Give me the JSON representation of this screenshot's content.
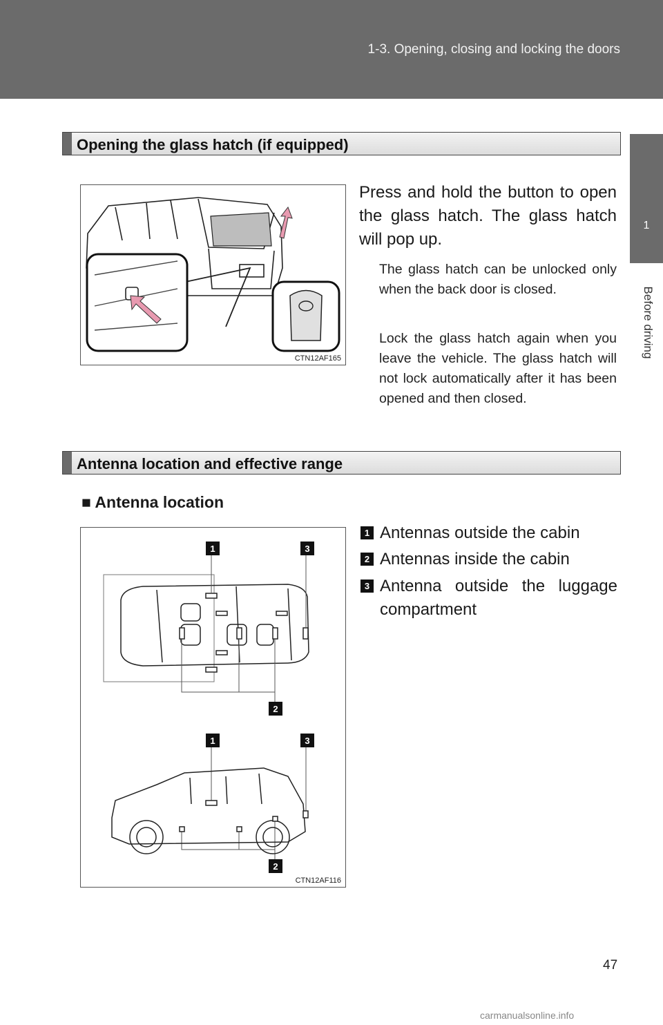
{
  "header": {
    "title": "1-3. Opening, closing and locking the doors"
  },
  "side_tab": {
    "number": "1",
    "label": "Before driving"
  },
  "section1": {
    "heading": "Opening the glass hatch (if equipped)",
    "figure_code": "CTN12AF165",
    "main_text": "Press and hold the button to open the glass hatch. The glass hatch will pop up.",
    "note1": "The glass hatch can be unlocked only when the back door is closed.",
    "note2": "Lock the glass hatch again when you leave the vehicle. The glass hatch will not lock automatically after it has been opened and then closed."
  },
  "section2": {
    "heading": "Antenna location and effective range",
    "subheading": "■ Antenna location",
    "figure_code": "CTN12AF116",
    "legend": [
      {
        "num": "1",
        "text": "Antennas outside the cabin"
      },
      {
        "num": "2",
        "text": "Antennas inside the cabin"
      },
      {
        "num": "3",
        "text": "Antenna outside the luggage compartment"
      }
    ],
    "callouts": {
      "one": "1",
      "two": "2",
      "three": "3"
    }
  },
  "page_number": "47",
  "watermark": "carmanualsonline.info"
}
